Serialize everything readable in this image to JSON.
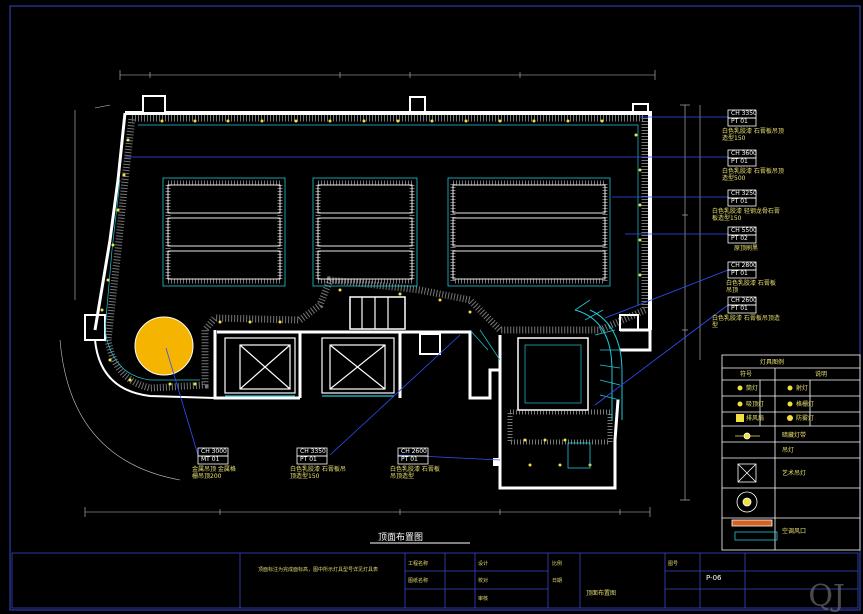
{
  "drawing": {
    "title": "顶面布置图",
    "sheet_no": "P-06",
    "sheet_name": "顶面布置图",
    "watermark": "QJ",
    "notes": "顶面标注为完成面标高，图中所示灯具型号详见灯具表"
  },
  "callouts": [
    {
      "ch": "CH 3350",
      "pt": "PT 01",
      "desc": "白色乳胶漆 石膏板吊顶造型150"
    },
    {
      "ch": "CH 3600",
      "pt": "PT 01",
      "desc": "白色乳胶漆 石膏板吊顶造型500"
    },
    {
      "ch": "CH 3250",
      "pt": "PT 01",
      "desc": "白色乳胶漆 轻钢龙骨石膏板造型150"
    },
    {
      "ch": "CH 5500",
      "pt": "PT 02",
      "desc": "原顶刷黑"
    },
    {
      "ch": "CH 2800",
      "pt": "PT 01",
      "desc": "白色乳胶漆 石膏板吊顶"
    },
    {
      "ch": "CH 2600",
      "pt": "PT 01",
      "desc": "白色乳胶漆 石膏板吊顶造型"
    },
    {
      "ch": "CH 3000",
      "pt": "MT 01",
      "desc": "金属吊顶 金属格栅吊顶200"
    },
    {
      "ch": "CH 3350",
      "pt": "PT 01",
      "desc": "白色乳胶漆 石膏板吊顶造型150"
    },
    {
      "ch": "CH 2600",
      "pt": "PT 01",
      "desc": "白色乳胶漆 石膏板吊顶造型"
    }
  ],
  "legend": {
    "title": "灯具图例",
    "col1": "符号",
    "col2": "说明",
    "items": [
      "筒灯",
      "射灯",
      "吸顶灯",
      "格栅灯",
      "排风扇",
      "防雾灯",
      "暗藏灯带",
      "吊灯",
      "艺术吊灯",
      "空调风口"
    ]
  },
  "titleblock": {
    "labels": [
      "工程名称",
      "图纸名称",
      "设计",
      "校对",
      "审核",
      "比例",
      "日期",
      "图号"
    ]
  },
  "colors": {
    "border": "#3848c8",
    "wall": "#ffffff",
    "dim": "#d8d8d8",
    "cyan": "#20c8d8",
    "yellow": "#f0e040",
    "orange": "#f5b400",
    "blue": "#3050ff"
  }
}
